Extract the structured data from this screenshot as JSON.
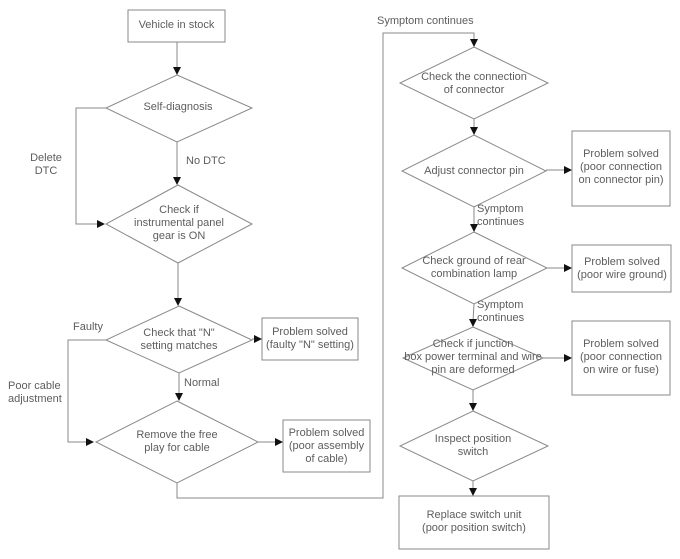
{
  "colors": {
    "background": "#ffffff",
    "line": "#8a8a8a",
    "text": "#5d5d5d",
    "arrowhead": "#111111"
  },
  "diagram_type": "troubleshooting-flowchart",
  "nodes": {
    "vehicle_in_stock": "Vehicle in stock",
    "self_diagnosis": "Self-diagnosis",
    "check_panel_gear": "Check if\ninstrumental panel\ngear is ON",
    "check_n_setting": "Check that \"N\"\nsetting matches",
    "remove_free_play": "Remove the free\nplay for cable",
    "solved_faulty_n": "Problem solved\n(faulty \"N\" setting)",
    "solved_poor_assembly": "Problem solved\n(poor assembly\nof cable)",
    "check_connector": "Check the connection\nof connector",
    "adjust_connector_pin": "Adjust connector pin",
    "solved_connector_pin": "Problem solved\n(poor connection\non connector pin)",
    "check_ground": "Check ground of rear\ncombination lamp",
    "solved_wire_ground": "Problem solved\n(poor wire ground)",
    "check_junction_box": "Check if junction\nbox power terminal and wire\npin are deformed",
    "solved_wire_fuse": "Problem solved\n(poor connection\non wire or fuse)",
    "inspect_switch": "Inspect position\nswitch",
    "replace_switch": "Replace switch unit\n(poor position switch)"
  },
  "edge_labels": {
    "delete_dtc": "Delete\nDTC",
    "no_dtc": "No DTC",
    "faulty": "Faulty",
    "poor_cable_adjustment": "Poor cable\nadjustment",
    "normal": "Normal",
    "symptom_continues_top": "Symptom continues",
    "symptom_continues_1": "Symptom\ncontinues",
    "symptom_continues_2": "Symptom\ncontinues"
  }
}
